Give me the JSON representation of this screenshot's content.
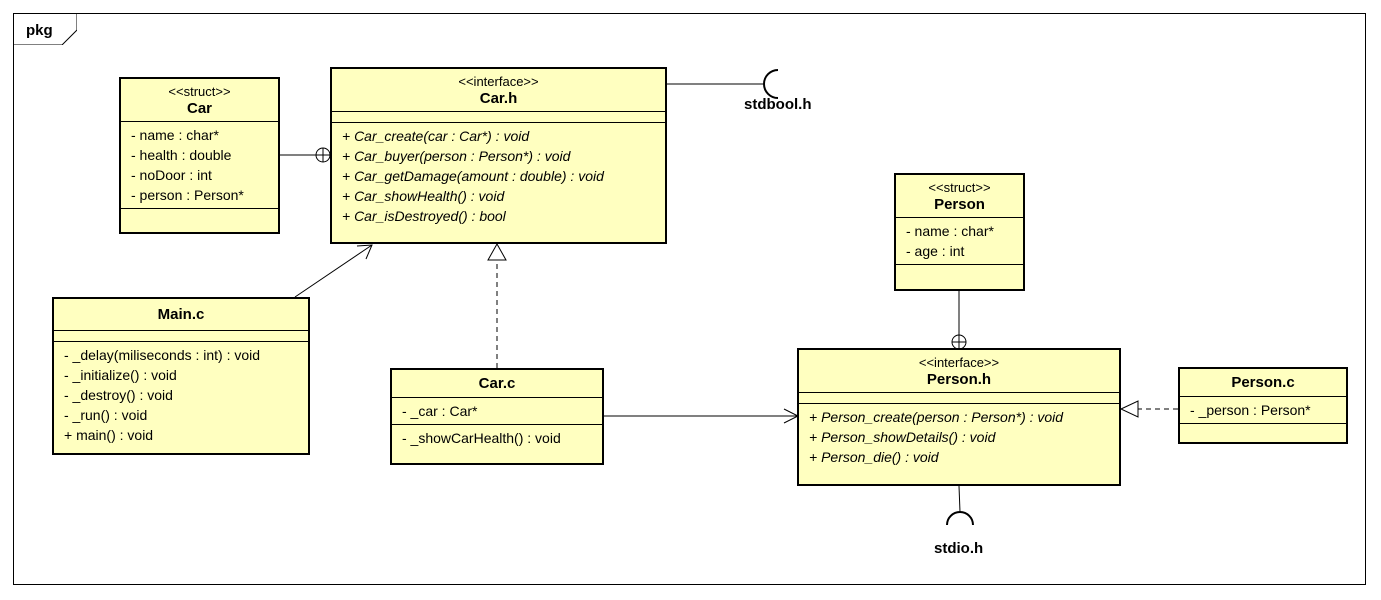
{
  "package": {
    "label": "pkg"
  },
  "classes": {
    "car_struct": {
      "stereotype": "<<struct>>",
      "name": "Car",
      "attributes": [
        "- name : char*",
        "- health : double",
        "- noDoor : int",
        "- person : Person*"
      ]
    },
    "car_h": {
      "stereotype": "<<interface>>",
      "name": "Car.h",
      "operations": [
        "+ Car_create(car : Car*) : void",
        "+ Car_buyer(person : Person*) : void",
        "+ Car_getDamage(amount : double) : void",
        "+ Car_showHealth() : void",
        "+ Car_isDestroyed() : bool"
      ]
    },
    "main_c": {
      "name": "Main.c",
      "operations": [
        "- _delay(miliseconds : int) : void",
        "- _initialize() : void",
        "- _destroy() : void",
        "- _run() : void",
        "+ main() : void"
      ]
    },
    "car_c": {
      "name": "Car.c",
      "attributes": [
        "- _car : Car*"
      ],
      "operations": [
        "- _showCarHealth() : void"
      ]
    },
    "person_struct": {
      "stereotype": "<<struct>>",
      "name": "Person",
      "attributes": [
        "- name : char*",
        "- age : int"
      ]
    },
    "person_h": {
      "stereotype": "<<interface>>",
      "name": "Person.h",
      "operations": [
        "+ Person_create(person : Person*) : void",
        "+ Person_showDetails() : void",
        "+ Person_die() : void"
      ]
    },
    "person_c": {
      "name": "Person.c",
      "attributes": [
        "- _person : Person*"
      ]
    }
  },
  "required_interfaces": {
    "stdbool": "stdbool.h",
    "stdio": "stdio.h"
  }
}
